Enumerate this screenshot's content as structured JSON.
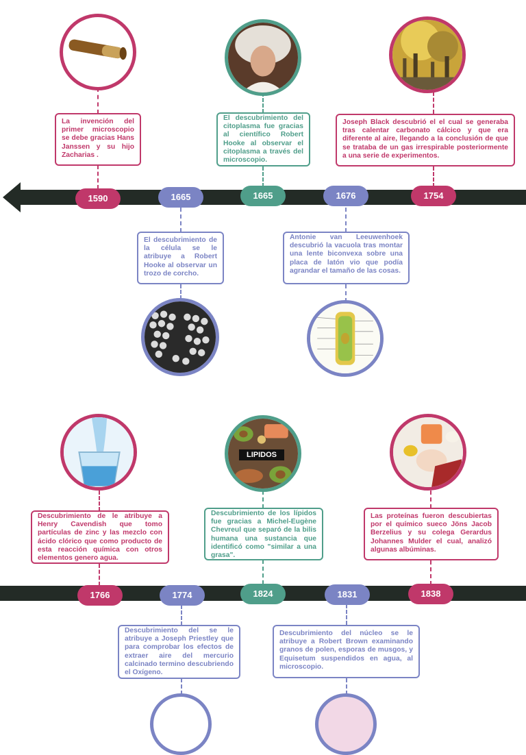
{
  "colors": {
    "bar": "#232b26",
    "pink": "#c0386a",
    "teal": "#4f9e8a",
    "blue": "#7b84c4"
  },
  "timeline1": {
    "years": [
      "1590",
      "1665",
      "1665",
      "1676",
      "1754"
    ],
    "events": {
      "microscopio": "La invención del primer microscopio se debe gracias Hans Janssen y su hijo Zacharias .",
      "citoplasma": "El descubrimiento del citoplasma fue gracias al científico Robert Hooke al observar el citoplasma a través del microscopio.",
      "black": "Joseph Black descubrió el el cual se generaba tras calentar carbonato cálcico y que era diferente al aire, llegando a la conclusión de que se trataba de un gas irrespirable posteriormente a una serie de experimentos.",
      "celula": "El descubrimiento de la célula se le atribuye a Robert Hooke al observar un trozo de corcho.",
      "vacuola": "Antonie van Leeuwenhoek descubrió la vacuola tras montar una lente biconvexa sobre una placa de latón vio que podía agrandar el tamaño de las cosas."
    },
    "images": [
      "microscope-tube-icon",
      "portrait-icon",
      "factory-smoke-icon",
      "cork-cells-icon",
      "plant-cell-icon"
    ]
  },
  "timeline2": {
    "years": [
      "1766",
      "1774",
      "1824",
      "1831",
      "1838"
    ],
    "events": {
      "cavendish": "Descubrimiento de le atribuye a Henry Cavendish que tomo partículas de zinc y las mezclo con ácido clórico que como producto de esta reacción química con otros elementos genero agua.",
      "lipidos": "Descubrimiento de los lípidos fue gracias a Michel-Eugène Chevreul que separó de la bilis humana una sustancia que identificó como \"similar a una grasa\".",
      "proteinas": "Las proteínas fueron descubiertas por el químico sueco Jöns Jacob Berzelius y su colega Gerardus Johannes Mulder el cual, analizó algunas albúminas.",
      "priestley": "Descubrimiento del se le atribuye a Joseph Priestley que para comprobar los efectos de extraer aire del mercurio calcinado termino descubriendo el Oxígeno.",
      "nucleo": "Descubrimiento del núcleo se le atribuye a Robert Brown examinando granos de polen, esporas de musgos, y Equisetum suspendidos en agua, al microscopio."
    },
    "lipidos_label": "LIPIDOS",
    "images": [
      "water-glass-icon",
      "fatty-foods-icon",
      "protein-foods-icon",
      "partial-circle-icon",
      "partial-circle-icon"
    ]
  }
}
